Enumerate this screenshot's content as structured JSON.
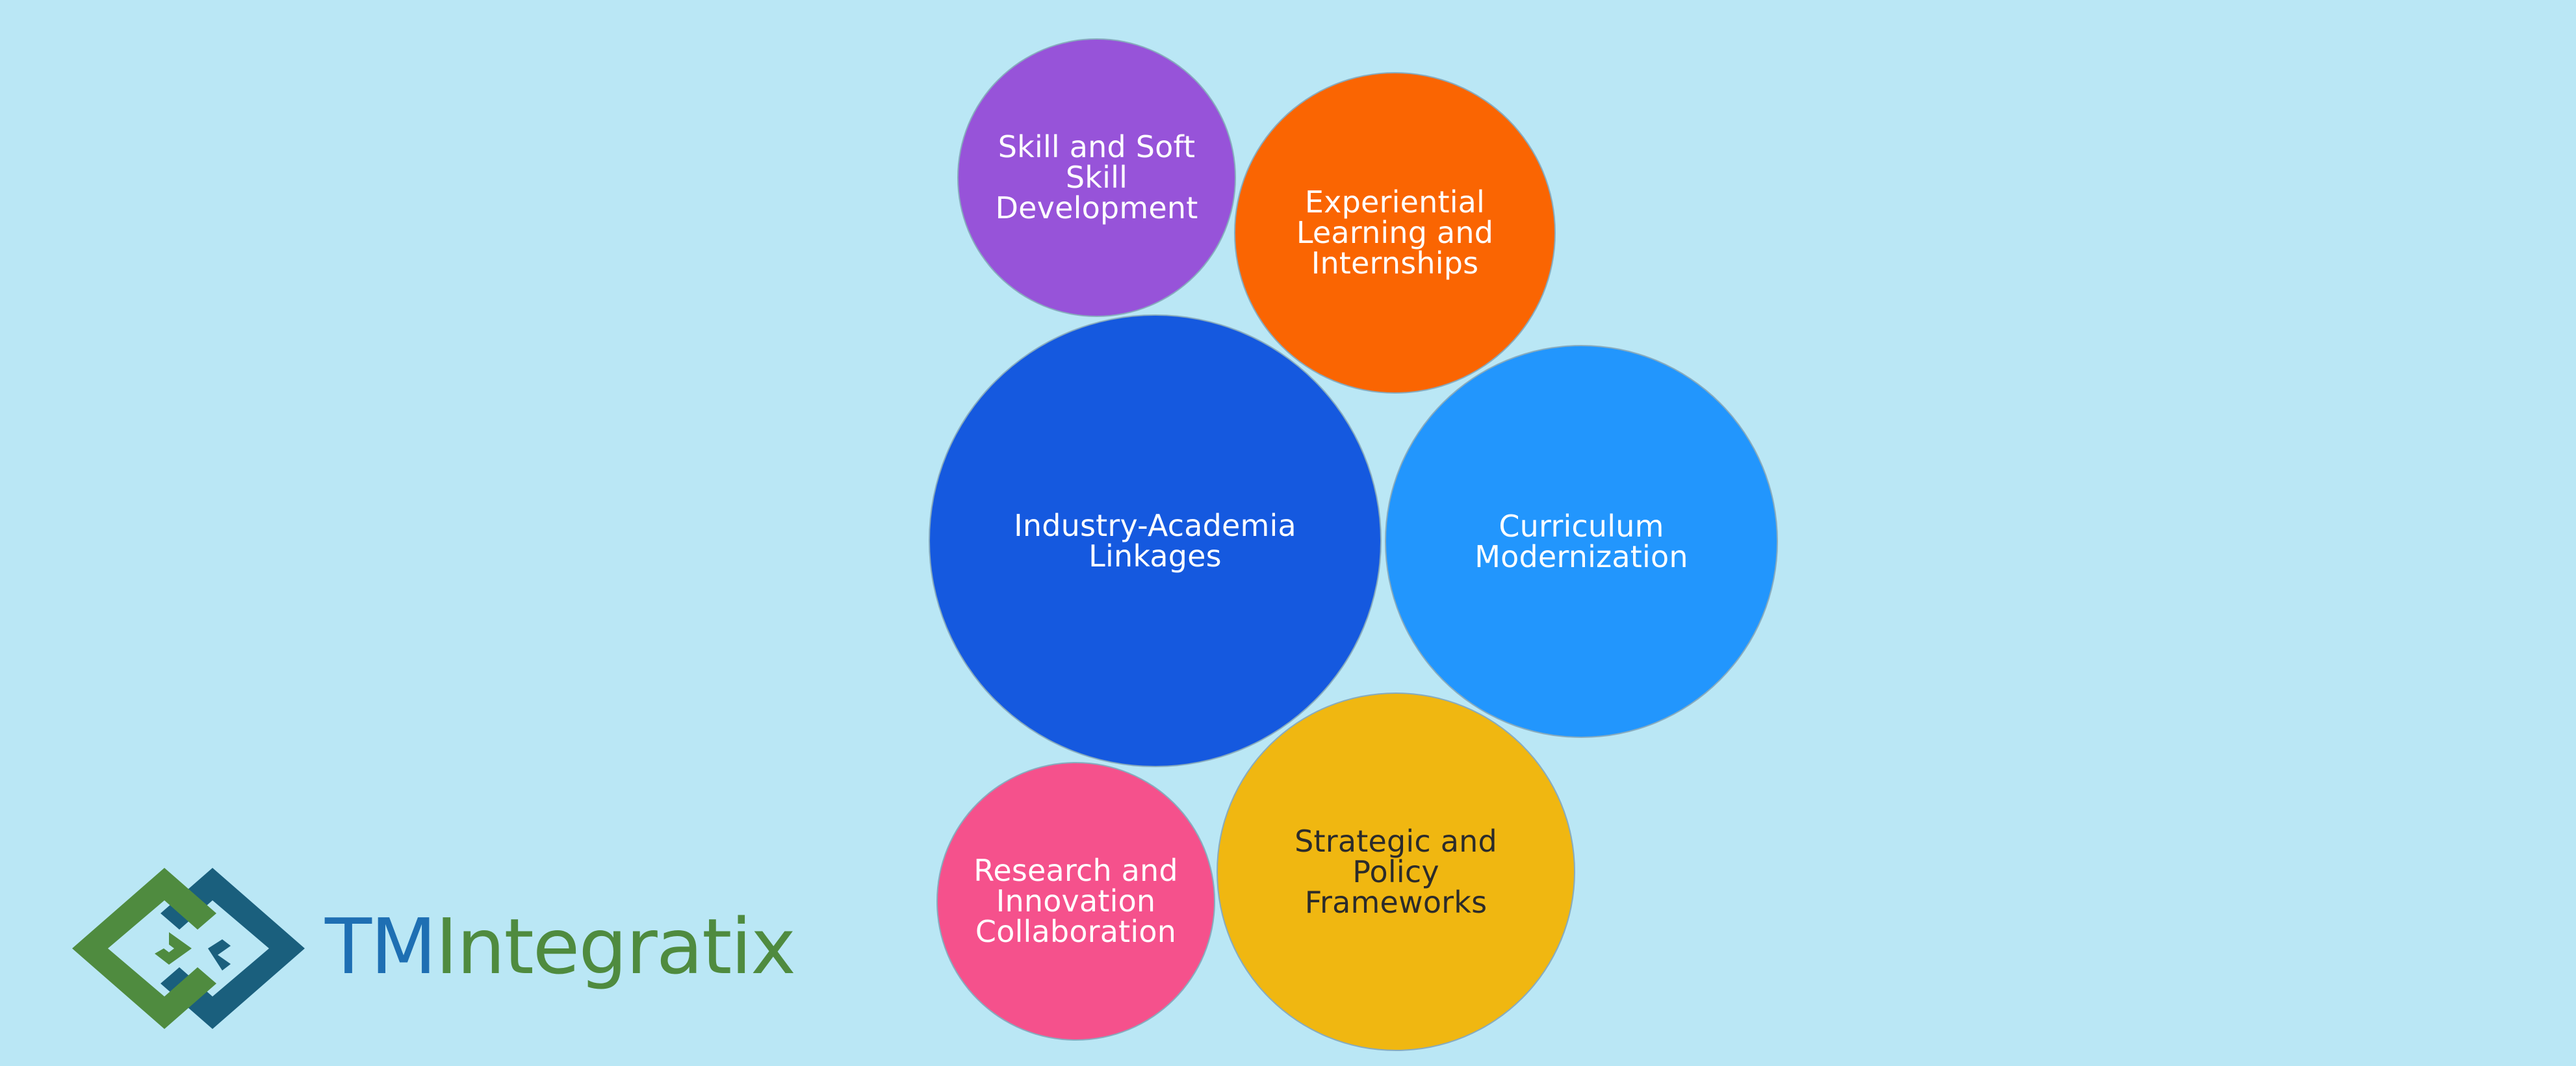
{
  "diagram": {
    "bubbles": [
      {
        "id": "skill",
        "label": "Skill and Soft\nSkill\nDevelopment",
        "color": "#9753d9",
        "text_color": "#ffffff"
      },
      {
        "id": "exp",
        "label": "Experiential\nLearning and\nInternships",
        "color": "#fa6502",
        "text_color": "#ffffff"
      },
      {
        "id": "industry",
        "label": "Industry-Academia\nLinkages",
        "color": "#1559df",
        "text_color": "#ffffff"
      },
      {
        "id": "curr",
        "label": "Curriculum\nModernization",
        "color": "#2296fd",
        "text_color": "#ffffff"
      },
      {
        "id": "research",
        "label": "Research and\nInnovation\nCollaboration",
        "color": "#f5518c",
        "text_color": "#ffffff"
      },
      {
        "id": "strategic",
        "label": "Strategic and\nPolicy\nFrameworks",
        "color": "#f0b711",
        "text_color": "#2b2b2b"
      }
    ]
  },
  "logo": {
    "part1": "TM",
    "part2": "Integratix",
    "mark_icon": "interlocking-diamonds-icon",
    "colors": {
      "tm": "#1e6fb3",
      "integratix": "#4f8b3f",
      "mark_green": "#4f8b3f",
      "mark_teal": "#1a5f7d"
    }
  },
  "background": "#bae7f5"
}
